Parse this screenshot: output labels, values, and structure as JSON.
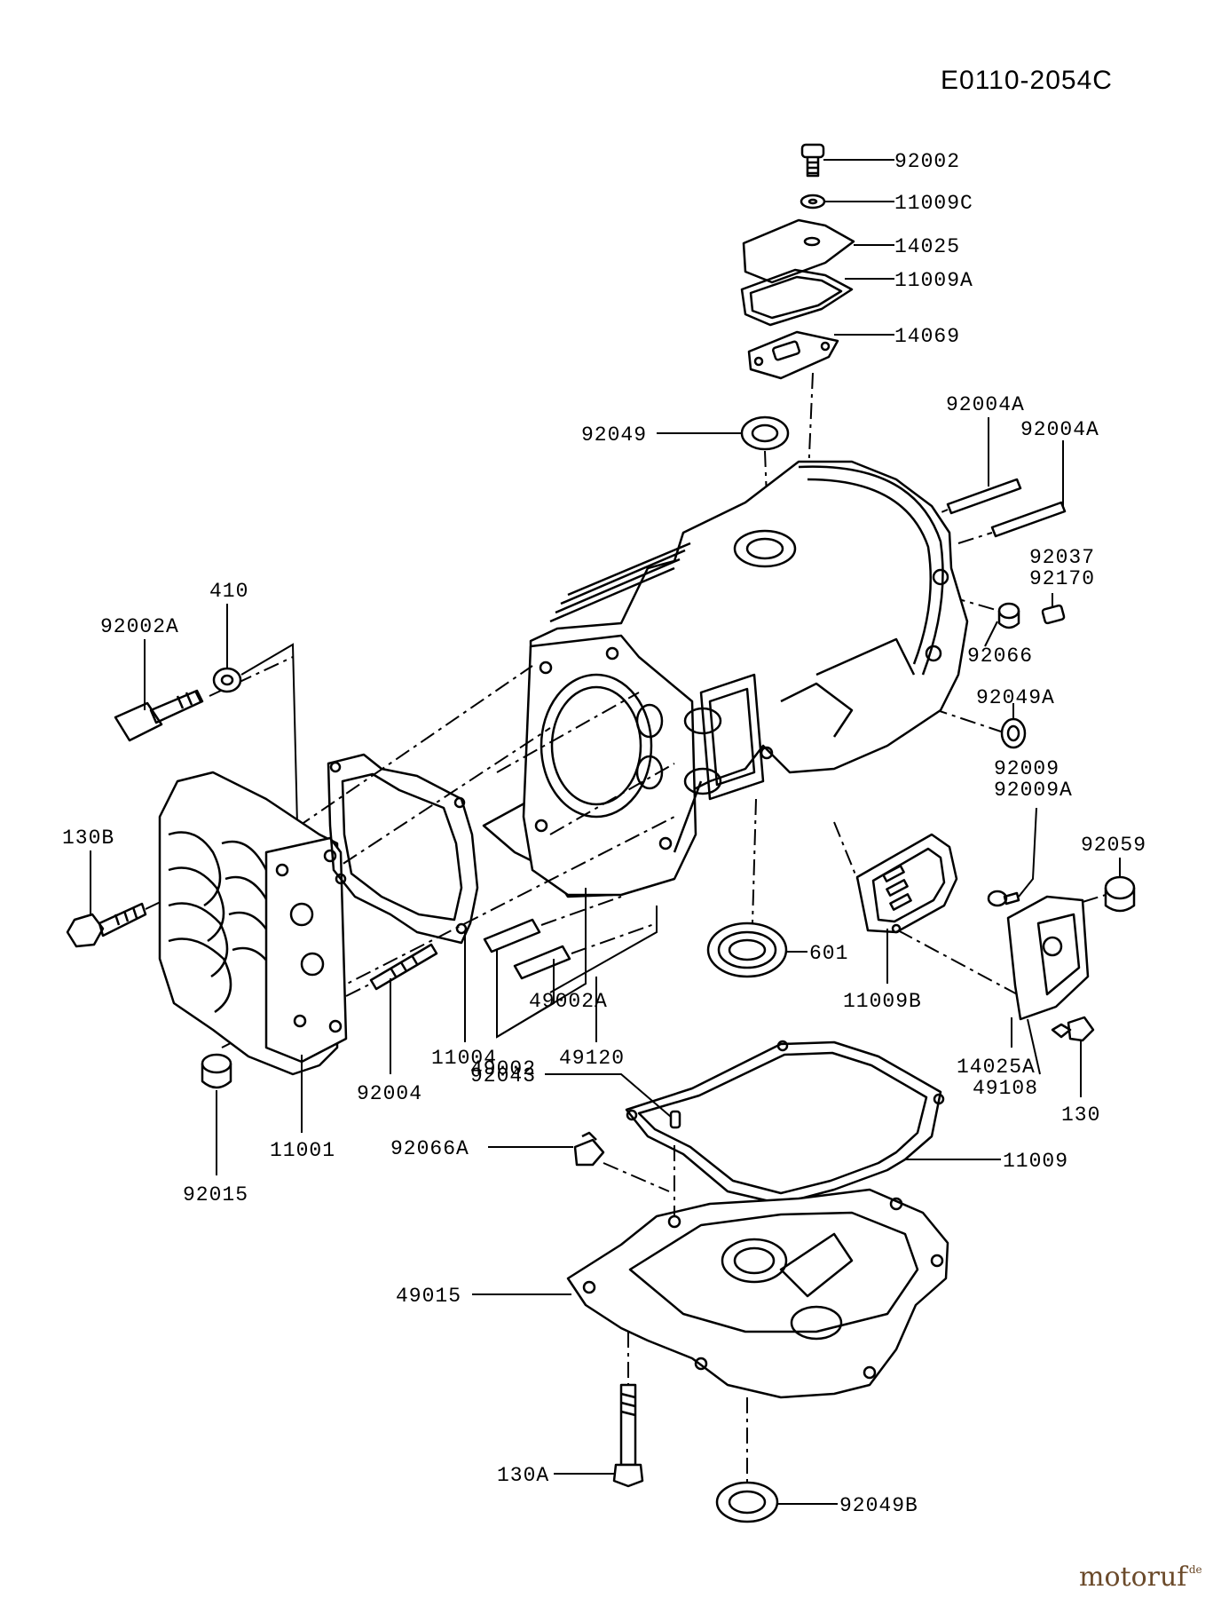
{
  "diagram_code": "E0110-2054C",
  "watermark": "motoruf",
  "watermark_suffix": ".de",
  "labels": {
    "p92002": "92002",
    "p11009C": "11009C",
    "p14025": "14025",
    "p11009A": "11009A",
    "p14069": "14069",
    "p92049": "92049",
    "p92004A_1": "92004A",
    "p92004A_2": "92004A",
    "p92037": "92037",
    "p92170": "92170",
    "p92066": "92066",
    "p92049A": "92049A",
    "p410": "410",
    "p92002A": "92002A",
    "p130B": "130B",
    "p92009": "92009",
    "p92009A": "92009A",
    "p92059": "92059",
    "p49002A": "49002A",
    "p601": "601",
    "p49002": "49002",
    "p11009B": "11009B",
    "p11004": "11004",
    "p49120": "49120",
    "p92043": "92043",
    "p14025A": "14025A",
    "p49108": "49108",
    "p130": "130",
    "p92004": "92004",
    "p11001": "11001",
    "p92066A": "92066A",
    "p11009": "11009",
    "p92015": "92015",
    "p49015": "49015",
    "p130A": "130A",
    "p92049B": "92049B"
  }
}
